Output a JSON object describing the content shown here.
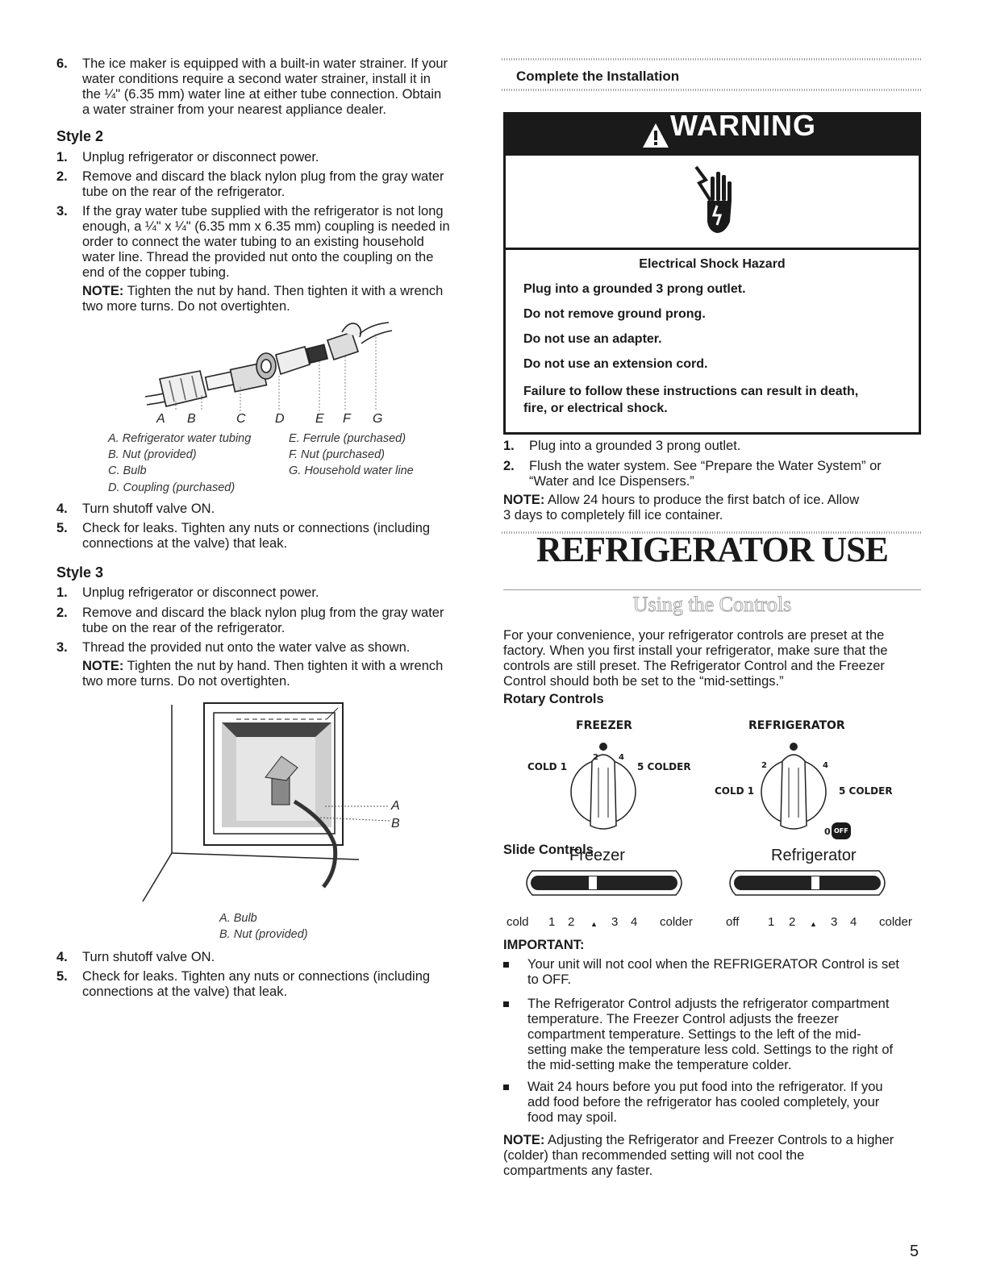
{
  "left": {
    "item6": {
      "num": "6.",
      "lines": [
        "The ice maker is equipped with a built-in water strainer. If your",
        "water conditions require a second water strainer, install it in",
        "the ¼\" (6.35 mm) water line at either tube connection. Obtain",
        "a water strainer from your nearest appliance dealer."
      ]
    },
    "style2": {
      "heading": "Style 2",
      "s1": {
        "num": "1.",
        "text": "Unplug refrigerator or disconnect power."
      },
      "s2": {
        "num": "2.",
        "lines": [
          "Remove and discard the black nylon plug from the gray water",
          "tube on the rear of the refrigerator."
        ]
      },
      "s3": {
        "num": "3.",
        "lines": [
          "If the gray water tube supplied with the refrigerator is not long",
          "enough, a ¼\" x ¼\" (6.35 mm x 6.35 mm) coupling is needed in",
          "order to connect the water tubing to an existing household",
          "water line. Thread the provided nut onto the coupling on the",
          "end of the copper tubing."
        ]
      },
      "note": {
        "label": "NOTE:",
        "line1": " Tighten the nut by hand. Then tighten it with a wrench",
        "line2": "two more turns. Do not overtighten."
      },
      "fig_letters": [
        "A",
        "B",
        "C",
        "D",
        "E",
        "F",
        "G"
      ],
      "captions": [
        "A. Refrigerator water tubing",
        "B. Nut (provided)",
        "C. Bulb",
        "D. Coupling (purchased)",
        "E. Ferrule (purchased)",
        "F. Nut (purchased)",
        "G. Household water line"
      ],
      "s4": {
        "num": "4.",
        "text": "Turn shutoff valve ON."
      },
      "s5": {
        "num": "5.",
        "lines": [
          "Check for leaks. Tighten any nuts or connections (including",
          "connections at the valve) that leak."
        ]
      }
    },
    "style3": {
      "heading": "Style 3",
      "s1": {
        "num": "1.",
        "text": "Unplug refrigerator or disconnect power."
      },
      "s2": {
        "num": "2.",
        "lines": [
          "Remove and discard the black nylon plug from the gray water",
          "tube on the rear of the refrigerator."
        ]
      },
      "s3": {
        "num": "3.",
        "text": "Thread the provided nut onto the water valve as shown."
      },
      "note": {
        "label": "NOTE:",
        "line1": " Tighten the nut by hand. Then tighten it with a wrench",
        "line2": "two more turns. Do not overtighten."
      },
      "fig_letters": [
        "A",
        "B"
      ],
      "captions": [
        "A. Bulb",
        "B. Nut (provided)"
      ],
      "s4": {
        "num": "4.",
        "text": "Turn shutoff valve ON."
      },
      "s5": {
        "num": "5.",
        "lines": [
          "Check for leaks. Tighten any nuts or connections (including",
          "connections at the valve) that leak."
        ]
      }
    }
  },
  "right": {
    "complete_heading": "Complete the Installation",
    "warning": {
      "title": "WARNING",
      "icon": "electrical-shock-hand-icon",
      "hazard": "Electrical Shock Hazard",
      "lines": [
        "Plug into a grounded 3 prong outlet.",
        "Do not remove ground prong.",
        "Do not use an adapter.",
        "Do not use an extension cord."
      ],
      "failure1": "Failure to follow these instructions can result in death,",
      "failure2": "fire, or electrical shock."
    },
    "steps": {
      "s1": {
        "num": "1.",
        "text": "Plug into a grounded 3 prong outlet."
      },
      "s2": {
        "num": "2.",
        "lines": [
          "Flush the water system. See “Prepare the Water System” or",
          "“Water and Ice Dispensers.”"
        ]
      },
      "note": {
        "label": "NOTE:",
        "line1": " Allow 24 hours to produce the first batch of ice. Allow",
        "line2": "3 days to completely fill ice container."
      }
    },
    "refrigerator_use_title": "REFRIGERATOR USE",
    "using_controls_title": "Using the Controls",
    "intro_lines": [
      "For your convenience, your refrigerator controls are preset at the",
      "factory. When you first install your refrigerator, make sure that the",
      "controls are still preset. The Refrigerator Control and the Freezer",
      "Control should both be set to the “mid-settings.”"
    ],
    "rotary_heading": "Rotary Controls",
    "rotary": {
      "freezer_label": "FREEZER",
      "refrigerator_label": "REFRIGERATOR",
      "freezer_cold": "COLD 1",
      "freezer_colder": "5 COLDER",
      "freezer_2": "2",
      "freezer_4": "4",
      "fridge_cold": "COLD 1",
      "fridge_colder": "5 COLDER",
      "fridge_2": "2",
      "fridge_4": "4",
      "fridge_0": "0",
      "fridge_off": "OFF"
    },
    "slide_heading": "Slide Controls",
    "slide": {
      "freezer_label": "Freezer",
      "refrigerator_label": "Refrigerator",
      "freezer_scale": [
        "cold",
        "1",
        "2",
        "▲",
        "3",
        "4",
        "colder"
      ],
      "fridge_scale": [
        "off",
        "1",
        "2",
        "▲",
        "3",
        "4",
        "colder"
      ]
    },
    "important_label": "IMPORTANT:",
    "bullets": [
      {
        "lines": [
          "Your unit will not cool when the REFRIGERATOR Control is set",
          "to OFF."
        ]
      },
      {
        "lines": [
          "The Refrigerator Control adjusts the refrigerator compartment",
          "temperature. The Freezer Control adjusts the freezer",
          "compartment temperature. Settings to the left of the mid-",
          "setting make the temperature less cold. Settings to the right of",
          "the mid-setting make the temperature colder."
        ]
      },
      {
        "lines": [
          "Wait 24 hours before you put food into the refrigerator. If you",
          "add food before the refrigerator has cooled completely, your",
          "food may spoil."
        ]
      }
    ],
    "final_note": {
      "label": "NOTE:",
      "line1": " Adjusting the Refrigerator and Freezer Controls to a higher",
      "line2": "(colder) than recommended setting will not cool the",
      "line3": "compartments any faster."
    }
  },
  "page_number": "5"
}
